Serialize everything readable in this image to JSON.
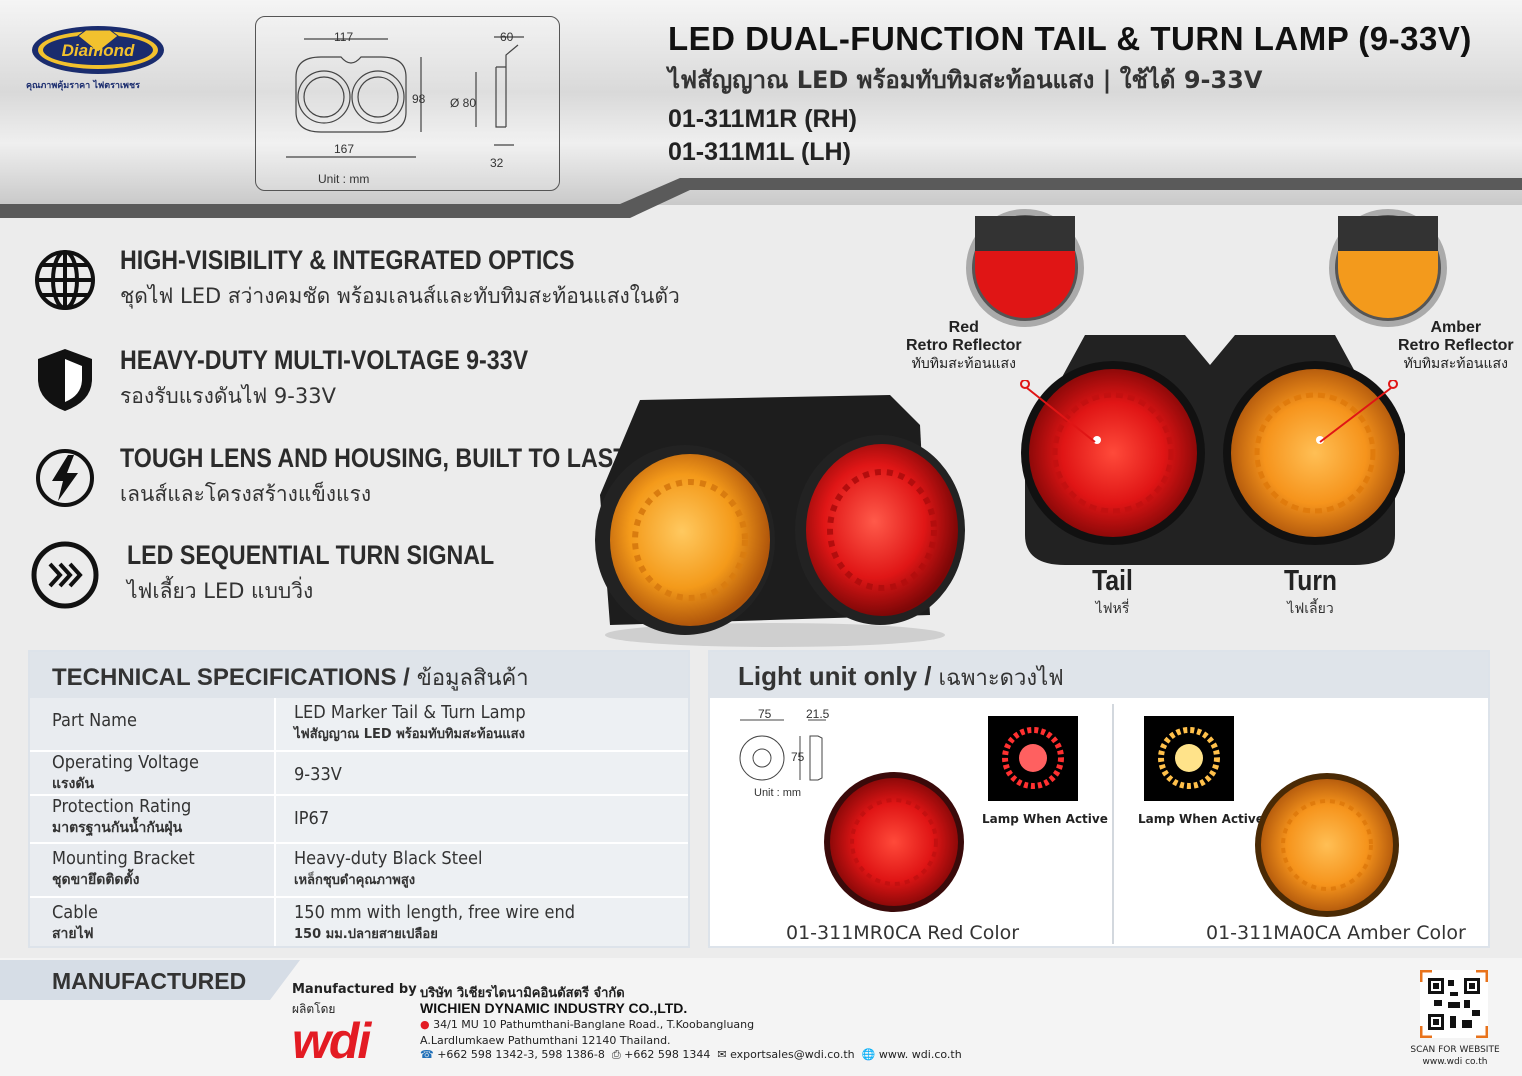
{
  "brand": {
    "logo_text": "Diamond",
    "tagline": "คุณภาพคุ้มราคา ไฟตราเพชร"
  },
  "dimensions": {
    "top_width": "117",
    "bottom_width": "167",
    "height": "98",
    "diameter": "Ø 80",
    "depth_top": "60",
    "depth_bottom": "32",
    "unit": "Unit : mm"
  },
  "title": {
    "main": "LED DUAL-FUNCTION TAIL & TURN LAMP (9-33V)",
    "sub": "ไฟสัญญาณ LED พร้อมทับทิมสะท้อนแสง | ใช้ได้ 9-33V",
    "model_rh": "01-311M1R (RH)",
    "model_lh": "01-311M1L  (LH)"
  },
  "features": [
    {
      "icon": "globe-icon",
      "en": "HIGH-VISIBILITY & INTEGRATED OPTICS",
      "th": "ชุดไฟ LED สว่างคมชัด พร้อมเลนส์และทับทิมสะท้อนแสงในตัว"
    },
    {
      "icon": "shield-icon",
      "en": "HEAVY-DUTY MULTI-VOLTAGE 9-33V",
      "th": "รองรับแรงดันไฟ 9-33V"
    },
    {
      "icon": "lightning-icon",
      "en": "TOUGH LENS AND HOUSING, BUILT TO LAST",
      "th": "เลนส์และโครงสร้างแข็งแรง"
    },
    {
      "icon": "chevrons-icon",
      "en": "LED SEQUENTIAL TURN SIGNAL",
      "th": "ไฟเลี้ยว LED แบบวิ่ง"
    }
  ],
  "reflectors": {
    "red": {
      "l1": "Red",
      "l2": "Retro Reflector",
      "l3": "ทับทิมสะท้อนแสง"
    },
    "amber": {
      "l1": "Amber",
      "l2": "Retro Reflector",
      "l3": "ทับทิมสะท้อนแสง"
    }
  },
  "lamp_labels": {
    "tail": "Tail",
    "tail_th": "ไฟหรี่",
    "turn": "Turn",
    "turn_th": "ไฟเลี้ยว"
  },
  "specs": {
    "heading": "TECHNICAL  SPECIFICATIONS /",
    "heading_th": " ข้อมูลสินค้า",
    "rows": [
      {
        "k1": "Part Name",
        "k2": "",
        "v1": "LED Marker Tail & Turn Lamp",
        "v2": "ไฟสัญญาณ LED พร้อมทับทิมสะท้อนแสง"
      },
      {
        "k1": "Operating Voltage",
        "k2": "แรงดัน",
        "v1": "9-33V",
        "v2": ""
      },
      {
        "k1": "Protection Rating",
        "k2": "มาตรฐานกันน้ำกันฝุ่น",
        "v1": "IP67",
        "v2": ""
      },
      {
        "k1": "Mounting Bracket",
        "k2": "ชุดขายึดติดตั้ง",
        "v1": "Heavy-duty Black Steel",
        "v2": "เหล็กชุบดำคุณภาพสูง"
      },
      {
        "k1": "Cable",
        "k2": "สายไฟ",
        "v1": "150 mm with length, free wire end",
        "v2": "150 มม.ปลายสายเปลือย"
      }
    ]
  },
  "light_unit": {
    "heading": "Light unit only /",
    "heading_th": " เฉพาะดวงไฟ",
    "dim_w": "75",
    "dim_d": "21.5",
    "dim_h": "75",
    "unit": "Unit : mm",
    "active_label": "Lamp When Active",
    "red_caption": "01-311MR0CA   Red Color",
    "amber_caption": "01-311MA0CA   Amber Color"
  },
  "footer": {
    "section": "MANUFACTURED",
    "by": "Manufactured by",
    "by_th": "ผลิตโดย",
    "logo": "wdi",
    "company_th": "บริษัท วิเชียรไดนามิคอินดัสตรี จำกัด",
    "company_en": "WICHIEN DYNAMIC INDUSTRY CO.,LTD.",
    "addr1": "34/1 MU 10 Pathumthani-Banglane Road., T.Koobangluang",
    "addr2": "A.Lardlumkaew  Pathumthani  12140 Thailand.",
    "phone": "+662 598 1342-3, 598 1386-8",
    "fax": "+662 598 1344",
    "email": "exportsales@wdi.co.th",
    "web": "www. wdi.co.th",
    "qr_label": "SCAN FOR WEBSITE",
    "qr_url": "www.wdi co.th"
  },
  "colors": {
    "brand_blue": "#1a2c6e",
    "brand_gold": "#f2c12e",
    "red_lens": "#e11b1b",
    "amber_lens": "#f39a1c",
    "wdi_red": "#e31b23"
  }
}
